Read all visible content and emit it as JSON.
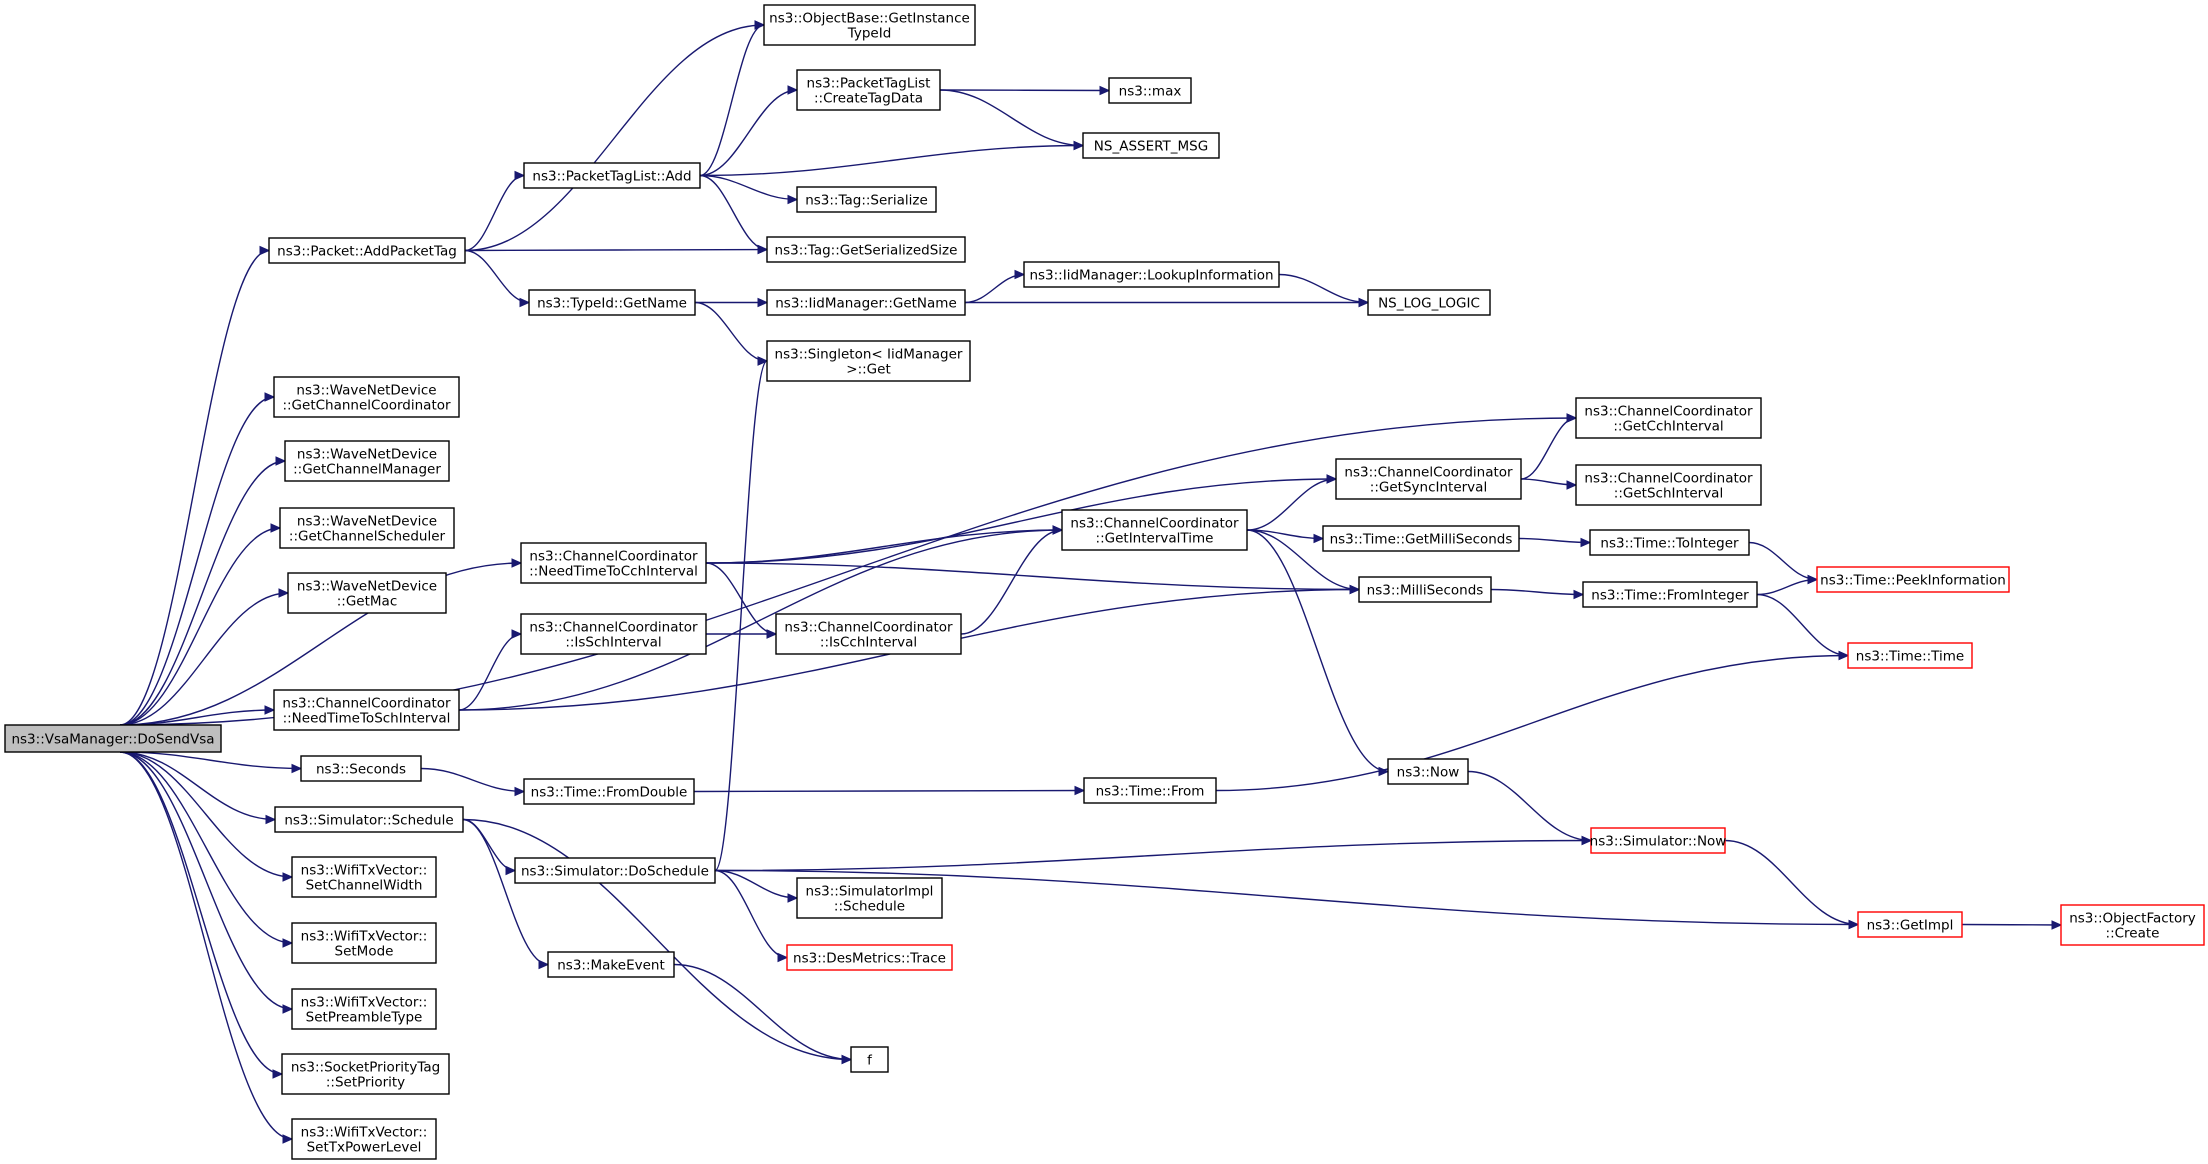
{
  "nodes": [
    {
      "id": "root",
      "lines": [
        "ns3::VsaManager::DoSendVsa"
      ],
      "style": "root"
    },
    {
      "id": "addPacketTag",
      "lines": [
        "ns3::Packet::AddPacketTag"
      ]
    },
    {
      "id": "getChanCoord",
      "lines": [
        "ns3::WaveNetDevice",
        "::GetChannelCoordinator"
      ]
    },
    {
      "id": "getChanMgr",
      "lines": [
        "ns3::WaveNetDevice",
        "::GetChannelManager"
      ]
    },
    {
      "id": "getChanSched",
      "lines": [
        "ns3::WaveNetDevice",
        "::GetChannelScheduler"
      ]
    },
    {
      "id": "getMac",
      "lines": [
        "ns3::WaveNetDevice",
        "::GetMac"
      ]
    },
    {
      "id": "needTimeToSch",
      "lines": [
        "ns3::ChannelCoordinator",
        "::NeedTimeToSchInterval"
      ]
    },
    {
      "id": "seconds",
      "lines": [
        "ns3::Seconds"
      ]
    },
    {
      "id": "schedule",
      "lines": [
        "ns3::Simulator::Schedule"
      ]
    },
    {
      "id": "setChanWidth",
      "lines": [
        "ns3::WifiTxVector::",
        "SetChannelWidth"
      ]
    },
    {
      "id": "setMode",
      "lines": [
        "ns3::WifiTxVector::",
        "SetMode"
      ]
    },
    {
      "id": "setPreamble",
      "lines": [
        "ns3::WifiTxVector::",
        "SetPreambleType"
      ]
    },
    {
      "id": "setPriority",
      "lines": [
        "ns3::SocketPriorityTag",
        "::SetPriority"
      ]
    },
    {
      "id": "setTxPower",
      "lines": [
        "ns3::WifiTxVector::",
        "SetTxPowerLevel"
      ]
    },
    {
      "id": "getInstanceTypeId",
      "lines": [
        "ns3::ObjectBase::GetInstance",
        "TypeId"
      ]
    },
    {
      "id": "tagListAdd",
      "lines": [
        "ns3::PacketTagList::Add"
      ]
    },
    {
      "id": "createTagData",
      "lines": [
        "ns3::PacketTagList",
        "::CreateTagData"
      ]
    },
    {
      "id": "max",
      "lines": [
        "ns3::max"
      ]
    },
    {
      "id": "assertMsg",
      "lines": [
        "NS_ASSERT_MSG"
      ]
    },
    {
      "id": "tagSerialize",
      "lines": [
        "ns3::Tag::Serialize"
      ]
    },
    {
      "id": "tagGetSize",
      "lines": [
        "ns3::Tag::GetSerializedSize"
      ]
    },
    {
      "id": "typeIdGetName",
      "lines": [
        "ns3::TypeId::GetName"
      ]
    },
    {
      "id": "iidGetName",
      "lines": [
        "ns3::IidManager::GetName"
      ]
    },
    {
      "id": "lookupInfo",
      "lines": [
        "ns3::IidManager::LookupInformation"
      ]
    },
    {
      "id": "logLogic",
      "lines": [
        "NS_LOG_LOGIC"
      ]
    },
    {
      "id": "singletonGet",
      "lines": [
        "ns3::Singleton< IidManager",
        " >::Get"
      ]
    },
    {
      "id": "needTimeToCch",
      "lines": [
        "ns3::ChannelCoordinator",
        "::NeedTimeToCchInterval"
      ]
    },
    {
      "id": "isSchInterval",
      "lines": [
        "ns3::ChannelCoordinator",
        "::IsSchInterval"
      ]
    },
    {
      "id": "isCchInterval",
      "lines": [
        "ns3::ChannelCoordinator",
        "::IsCchInterval"
      ]
    },
    {
      "id": "getIntervalTime",
      "lines": [
        "ns3::ChannelCoordinator",
        "::GetIntervalTime"
      ]
    },
    {
      "id": "getSyncInterval",
      "lines": [
        "ns3::ChannelCoordinator",
        "::GetSyncInterval"
      ]
    },
    {
      "id": "getCchInterval",
      "lines": [
        "ns3::ChannelCoordinator",
        "::GetCchInterval"
      ]
    },
    {
      "id": "getSchInterval",
      "lines": [
        "ns3::ChannelCoordinator",
        "::GetSchInterval"
      ]
    },
    {
      "id": "getMilliSeconds",
      "lines": [
        "ns3::Time::GetMilliSeconds"
      ]
    },
    {
      "id": "toInteger",
      "lines": [
        "ns3::Time::ToInteger"
      ]
    },
    {
      "id": "peekInfo",
      "lines": [
        "ns3::Time::PeekInformation"
      ],
      "style": "red"
    },
    {
      "id": "milliSeconds",
      "lines": [
        "ns3::MilliSeconds"
      ]
    },
    {
      "id": "fromInteger",
      "lines": [
        "ns3::Time::FromInteger"
      ]
    },
    {
      "id": "timeTime",
      "lines": [
        "ns3::Time::Time"
      ],
      "style": "red"
    },
    {
      "id": "fromDouble",
      "lines": [
        "ns3::Time::FromDouble"
      ]
    },
    {
      "id": "timeFrom",
      "lines": [
        "ns3::Time::From"
      ]
    },
    {
      "id": "now",
      "lines": [
        "ns3::Now"
      ]
    },
    {
      "id": "simNow",
      "lines": [
        "ns3::Simulator::Now"
      ],
      "style": "red"
    },
    {
      "id": "doSchedule",
      "lines": [
        "ns3::Simulator::DoSchedule"
      ]
    },
    {
      "id": "implSchedule",
      "lines": [
        "ns3::SimulatorImpl",
        "::Schedule"
      ]
    },
    {
      "id": "desTrace",
      "lines": [
        "ns3::DesMetrics::Trace"
      ],
      "style": "red"
    },
    {
      "id": "makeEvent",
      "lines": [
        "ns3::MakeEvent"
      ]
    },
    {
      "id": "f",
      "lines": [
        "f"
      ]
    },
    {
      "id": "getImpl",
      "lines": [
        "ns3::GetImpl"
      ],
      "style": "red"
    },
    {
      "id": "objFactoryCreate",
      "lines": [
        "ns3::ObjectFactory",
        "::Create"
      ],
      "style": "red"
    }
  ],
  "edges": [
    [
      "root",
      "addPacketTag"
    ],
    [
      "root",
      "getChanCoord"
    ],
    [
      "root",
      "getChanMgr"
    ],
    [
      "root",
      "getChanSched"
    ],
    [
      "root",
      "getMac"
    ],
    [
      "root",
      "needTimeToCch"
    ],
    [
      "root",
      "needTimeToSch"
    ],
    [
      "root",
      "seconds"
    ],
    [
      "root",
      "schedule"
    ],
    [
      "root",
      "setChanWidth"
    ],
    [
      "root",
      "setMode"
    ],
    [
      "root",
      "setPreamble"
    ],
    [
      "root",
      "setPriority"
    ],
    [
      "root",
      "setTxPower"
    ],
    [
      "root",
      "getCchInterval"
    ],
    [
      "addPacketTag",
      "getInstanceTypeId"
    ],
    [
      "addPacketTag",
      "tagListAdd"
    ],
    [
      "addPacketTag",
      "tagGetSize"
    ],
    [
      "addPacketTag",
      "typeIdGetName"
    ],
    [
      "tagListAdd",
      "getInstanceTypeId"
    ],
    [
      "tagListAdd",
      "createTagData"
    ],
    [
      "tagListAdd",
      "assertMsg"
    ],
    [
      "tagListAdd",
      "tagSerialize"
    ],
    [
      "tagListAdd",
      "tagGetSize"
    ],
    [
      "createTagData",
      "max"
    ],
    [
      "createTagData",
      "assertMsg"
    ],
    [
      "typeIdGetName",
      "iidGetName"
    ],
    [
      "typeIdGetName",
      "singletonGet"
    ],
    [
      "iidGetName",
      "lookupInfo"
    ],
    [
      "iidGetName",
      "logLogic"
    ],
    [
      "lookupInfo",
      "logLogic"
    ],
    [
      "needTimeToCch",
      "getSyncInterval"
    ],
    [
      "needTimeToCch",
      "getIntervalTime"
    ],
    [
      "needTimeToCch",
      "isCchInterval"
    ],
    [
      "needTimeToCch",
      "milliSeconds"
    ],
    [
      "needTimeToSch",
      "isSchInterval"
    ],
    [
      "needTimeToSch",
      "getIntervalTime"
    ],
    [
      "needTimeToSch",
      "milliSeconds"
    ],
    [
      "isSchInterval",
      "isCchInterval"
    ],
    [
      "isCchInterval",
      "getIntervalTime"
    ],
    [
      "getIntervalTime",
      "getSyncInterval"
    ],
    [
      "getIntervalTime",
      "getMilliSeconds"
    ],
    [
      "getIntervalTime",
      "milliSeconds"
    ],
    [
      "getIntervalTime",
      "now"
    ],
    [
      "getSyncInterval",
      "getCchInterval"
    ],
    [
      "getSyncInterval",
      "getSchInterval"
    ],
    [
      "getMilliSeconds",
      "toInteger"
    ],
    [
      "toInteger",
      "peekInfo"
    ],
    [
      "milliSeconds",
      "fromInteger"
    ],
    [
      "fromInteger",
      "peekInfo"
    ],
    [
      "fromInteger",
      "timeTime"
    ],
    [
      "seconds",
      "fromDouble"
    ],
    [
      "fromDouble",
      "timeFrom"
    ],
    [
      "timeFrom",
      "timeTime"
    ],
    [
      "schedule",
      "doSchedule"
    ],
    [
      "schedule",
      "makeEvent"
    ],
    [
      "schedule",
      "f"
    ],
    [
      "doSchedule",
      "singletonGet"
    ],
    [
      "doSchedule",
      "simNow"
    ],
    [
      "doSchedule",
      "implSchedule"
    ],
    [
      "doSchedule",
      "desTrace"
    ],
    [
      "doSchedule",
      "getImpl"
    ],
    [
      "makeEvent",
      "f"
    ],
    [
      "now",
      "simNow"
    ],
    [
      "simNow",
      "getImpl"
    ],
    [
      "getImpl",
      "objFactoryCreate"
    ]
  ]
}
